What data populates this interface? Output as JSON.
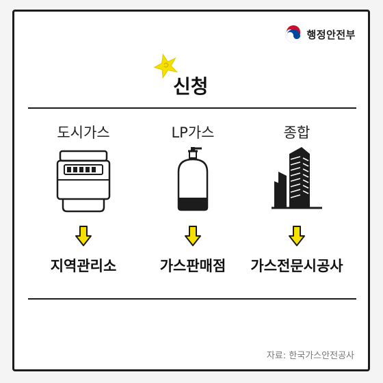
{
  "brand": {
    "name": "행정안전부"
  },
  "header": {
    "title": "신청"
  },
  "columns": [
    {
      "label": "도시가스",
      "icon": "gas-meter-icon",
      "destination": "지역관리소"
    },
    {
      "label": "LP가스",
      "icon": "gas-cylinder-icon",
      "destination": "가스판매점"
    },
    {
      "label": "종합",
      "icon": "building-icon",
      "destination": "가스전문시공사"
    }
  ],
  "footer": {
    "source": "자료: 한국가스안전공사"
  },
  "colors": {
    "accent_yellow": "#f5e000",
    "ink": "#1c1c1c"
  }
}
